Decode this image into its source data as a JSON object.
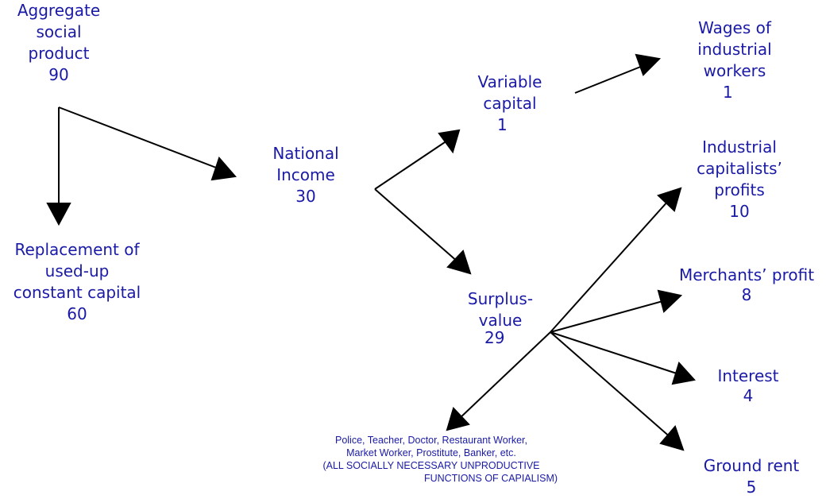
{
  "nodes": {
    "aggregate": {
      "lines": [
        "Aggregate",
        "social",
        "product"
      ],
      "value": "90"
    },
    "replacement": {
      "lines": [
        "Replacement of",
        "used-up",
        "constant capital"
      ],
      "value": "60"
    },
    "national_income": {
      "lines": [
        "National",
        "Income"
      ],
      "value": "30"
    },
    "variable_capital": {
      "lines": [
        "Variable",
        "capital"
      ],
      "value": "1"
    },
    "wages": {
      "lines": [
        "Wages of",
        "industrial",
        "workers"
      ],
      "value": "1"
    },
    "surplus_value": {
      "lines": [
        "Surplus-",
        "value"
      ],
      "value": "29"
    },
    "industrial_profits": {
      "lines": [
        "Industrial",
        "capitalists’",
        "profits"
      ],
      "value": "10"
    },
    "merchants_profit": {
      "lines": [
        "Merchants’ profit"
      ],
      "value": "8"
    },
    "interest": {
      "lines": [
        "Interest"
      ],
      "value": "4"
    },
    "ground_rent": {
      "lines": [
        "Ground rent"
      ],
      "value": "5"
    }
  },
  "unproductive_note": {
    "lines": [
      "Police, Teacher, Doctor, Restaurant Worker,",
      "Market Worker, Prostitute, Banker, etc.",
      "(ALL SOCIALLY NECESSARY UNPRODUCTIVE",
      "FUNCTIONS OF CAPIALISM)"
    ]
  },
  "colors": {
    "text": "#1a1aa6",
    "arrow": "#000000"
  }
}
